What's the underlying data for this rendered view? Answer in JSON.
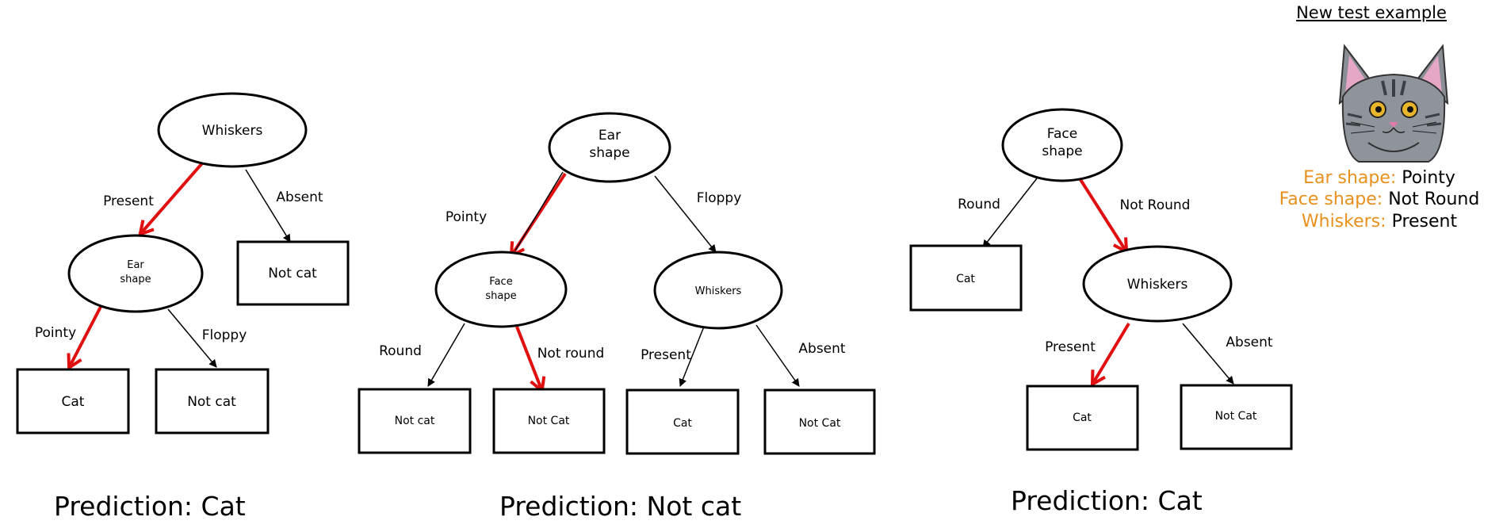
{
  "test_example": {
    "header": "New test example",
    "features": [
      {
        "key": "Ear shape:",
        "value": "Pointy"
      },
      {
        "key": "Face shape:",
        "value": "Not Round"
      },
      {
        "key": "Whiskers:",
        "value": "Present"
      }
    ]
  },
  "trees": [
    {
      "root": "Whiskers",
      "root_edges": [
        "Present",
        "Absent"
      ],
      "child": [
        "Ear",
        "shape"
      ],
      "child_edges": [
        "Pointy",
        "Floppy"
      ],
      "leaves": [
        "Cat",
        "Not cat",
        "Not cat"
      ],
      "prediction": "Prediction: Cat"
    },
    {
      "root": [
        "Ear",
        "shape"
      ],
      "root_edges": [
        "Pointy",
        "Floppy"
      ],
      "left_child": [
        "Face",
        "shape"
      ],
      "left_edges": [
        "Round",
        "Not round"
      ],
      "right_child": "Whiskers",
      "right_edges": [
        "Present",
        "Absent"
      ],
      "leaves": [
        "Not cat",
        "Not Cat",
        "Cat",
        "Not Cat"
      ],
      "prediction": "Prediction: Not cat"
    },
    {
      "root": [
        "Face",
        "shape"
      ],
      "root_edges": [
        "Round",
        "Not Round"
      ],
      "child": "Whiskers",
      "child_edges": [
        "Present",
        "Absent"
      ],
      "leaves": [
        "Cat",
        "Cat",
        "Not Cat"
      ],
      "prediction": "Prediction: Cat"
    }
  ],
  "colors": {
    "path": "#e01010",
    "feature_key": "#e8901c"
  }
}
